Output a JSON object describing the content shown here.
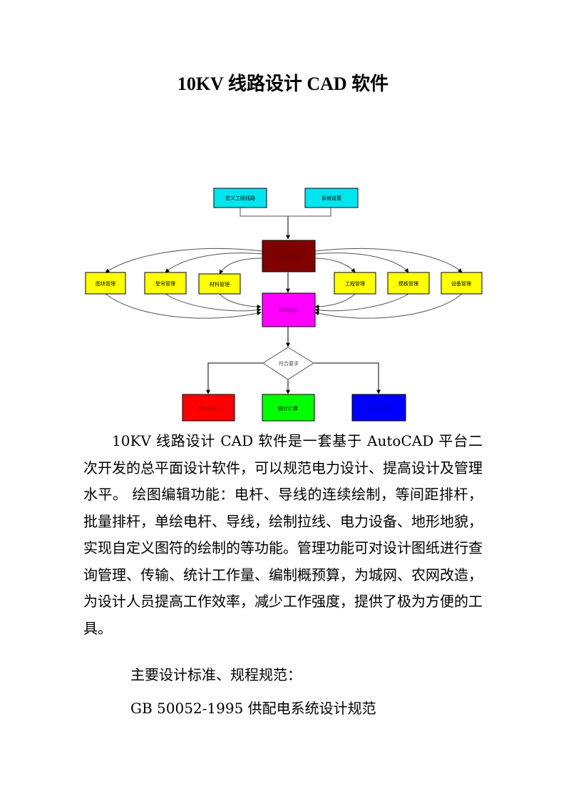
{
  "document": {
    "title": "10KV 线路设计 CAD 软件",
    "paragraph1": "10KV 线路设计 CAD 软件是一套基于 AutoCAD 平台二次开发的总平面设计软件，可以规范电力设计、提高设计及管理水平。 绘图编辑功能：电杆、导线的连续绘制，等间距排杆，批量排杆，单绘电杆、导线，绘制拉线、电力设备、地形地貌，实现自定义图符的绘制的等功能。管理功能可对设计图纸进行查询管理、传输、统计工作量、编制概预算，为城网、农网改造，为设计人员提高工作效率，减少工作强度，提供了极为方便的工具。",
    "standards_heading": "主要设计标准、规程规范：",
    "standard1": "GB 50052-1995 供配电系统设计规范"
  },
  "flowchart": {
    "top_left": "定义工程线路",
    "top_right": "系统设置",
    "main_window": "主窗体界面",
    "left_1": "图块管理",
    "left_2": "型号管理",
    "left_3": "材料管理",
    "right_1": "工程管理",
    "right_2": "模板管理",
    "right_3": "设备管理",
    "edit_drawing": "编辑图形",
    "decision": "符合要求",
    "out_1": "输出报表",
    "out_2": "统计计算",
    "out_3": "打印出图",
    "colors": {
      "cyan": "#00e5ee",
      "dark_red": "#800000",
      "yellow": "#ffff00",
      "magenta": "#ff00ff",
      "red": "#ff0000",
      "green": "#00ff00",
      "blue": "#0000ff"
    }
  }
}
